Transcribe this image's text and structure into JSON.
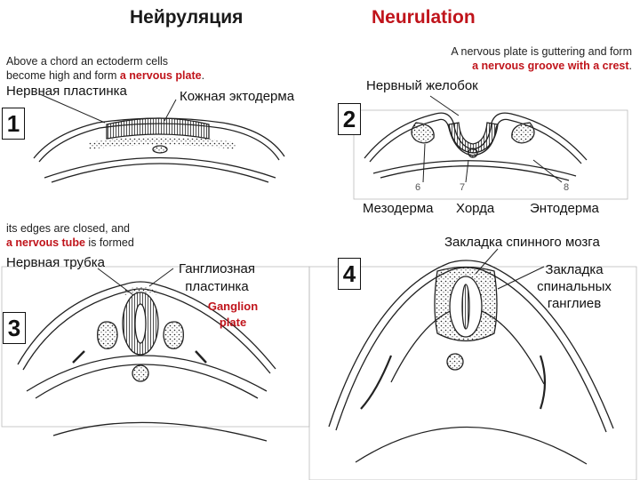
{
  "titles": {
    "ru": "Нейруляция",
    "en": "Neurulation"
  },
  "stage1": {
    "number": "1",
    "note_line1": "Above a chord an ectoderm cells",
    "note_line2_prefix": "become high and form ",
    "note_line2_highlight": "a nervous plate",
    "note_line2_suffix": ".",
    "label_plate": "Нервная пластинка",
    "label_ectoderm": "Кожная эктодерма"
  },
  "stage2": {
    "number": "2",
    "note_line1": "A nervous plate is guttering and form",
    "note_line2_highlight": "a nervous groove with a crest",
    "note_line2_suffix": ".",
    "label_groove": "Нервный желобок",
    "label_mesoderm": "Мезодерма",
    "label_chord": "Хорда",
    "label_endoderm": "Энтодерма",
    "ref_6": "6",
    "ref_7": "7",
    "ref_8": "8"
  },
  "stage3": {
    "number": "3",
    "note_line1": "its edges are closed, and",
    "note_line2_highlight": "a nervous tube",
    "note_line2_suffix": " is formed",
    "label_tube": "Нервная трубка",
    "label_ganglion_ru_1": "Ганглиозная",
    "label_ganglion_ru_2": "пластинка",
    "label_ganglion_en_1": "Ganglion",
    "label_ganglion_en_2": "plate"
  },
  "stage4": {
    "number": "4",
    "label_spinal_cord": "Закладка спинного мозга",
    "label_ganglia_1": "Закладка",
    "label_ganglia_2": "спинальных",
    "label_ganglia_3": "ганглиев"
  }
}
